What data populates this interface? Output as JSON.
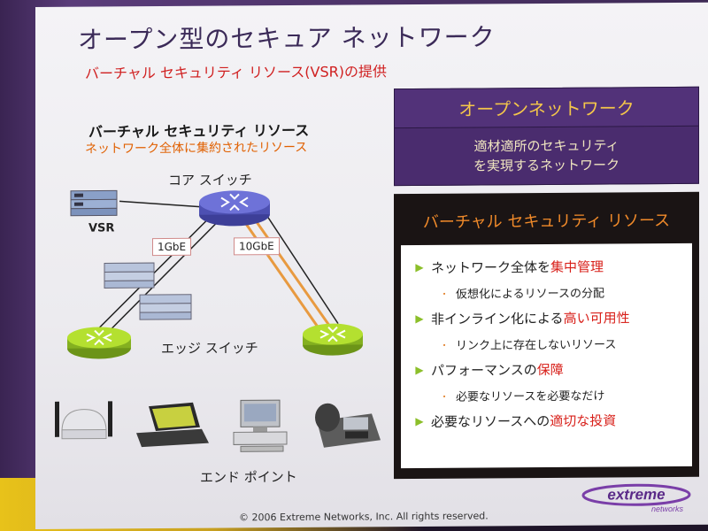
{
  "slide": {
    "title": "オープン型のセキュア ネットワーク",
    "subtitle": "バーチャル セキュリティ リソース(VSR)の提供"
  },
  "diagram": {
    "heading": "バーチャル セキュリティ リソース",
    "subheading": "ネットワーク全体に集約されたリソース",
    "core_switch_label": "コア スイッチ",
    "vsr_label": "VSR",
    "link_1g_label": "1GbE",
    "link_10g_label": "10GbE",
    "edge_switch_label": "エッジ スイッチ",
    "endpoint_label": "エンド ポイント",
    "colors": {
      "switch_blue": "#5b5fc8",
      "switch_green": "#a8d828",
      "link_orange": "#e89a40",
      "link_dark": "#222222"
    },
    "icons": [
      "router-icon",
      "server-icon",
      "access-point-icon",
      "laptop-icon",
      "desktop-pc-icon",
      "ip-phone-icon"
    ]
  },
  "open_network": {
    "title": "オープンネットワーク",
    "line1": "適材適所のセキュリティ",
    "line2": "を実現するネットワーク"
  },
  "vsr_panel": {
    "title": "バーチャル セキュリティ リソース",
    "items": [
      {
        "pre": "ネットワーク全体を",
        "highlight": "集中管理",
        "post": "",
        "sub": "仮想化によるリソースの分配"
      },
      {
        "pre": "非インライン化による",
        "highlight": "高い可用性",
        "post": "",
        "sub": "リンク上に存在しないリソース"
      },
      {
        "pre": "パフォーマンスの",
        "highlight": "保障",
        "post": "",
        "sub": "必要なリソースを必要なだけ"
      },
      {
        "pre": "必要なリソースへの",
        "highlight": "適切な投資",
        "post": "",
        "sub": ""
      }
    ]
  },
  "footer": {
    "copyright": "© 2006 Extreme Networks, Inc. All rights reserved.",
    "logo_text": "extreme",
    "logo_subtext": "networks"
  }
}
